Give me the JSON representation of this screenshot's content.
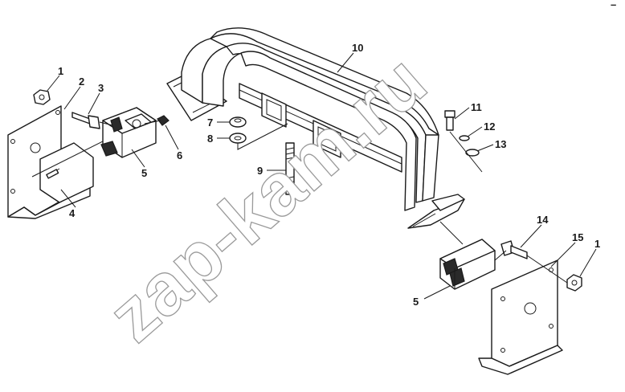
{
  "watermark": "zap-kam.ru",
  "corner_mark": "–",
  "callouts": [
    {
      "id": "c1a",
      "label": "1"
    },
    {
      "id": "c2",
      "label": "2"
    },
    {
      "id": "c3",
      "label": "3"
    },
    {
      "id": "c4",
      "label": "4"
    },
    {
      "id": "c5a",
      "label": "5"
    },
    {
      "id": "c6",
      "label": "6"
    },
    {
      "id": "c7",
      "label": "7"
    },
    {
      "id": "c8",
      "label": "8"
    },
    {
      "id": "c9",
      "label": "9"
    },
    {
      "id": "c10",
      "label": "10"
    },
    {
      "id": "c11",
      "label": "11"
    },
    {
      "id": "c12",
      "label": "12"
    },
    {
      "id": "c13",
      "label": "13"
    },
    {
      "id": "c14",
      "label": "14"
    },
    {
      "id": "c15",
      "label": "15"
    },
    {
      "id": "c1b",
      "label": "1"
    },
    {
      "id": "c5b",
      "label": "5"
    }
  ],
  "colors": {
    "line": "#1a1a1a",
    "watermark": "#9a9a9a",
    "background": "#ffffff"
  }
}
